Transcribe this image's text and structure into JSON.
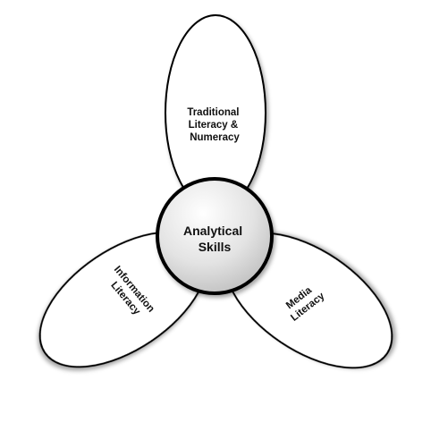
{
  "diagram": {
    "center": {
      "line1": "Analytical",
      "line2": "Skills"
    },
    "petals": {
      "top": {
        "line1": "Traditional",
        "line2": "Literacy &",
        "line3": "Numeracy"
      },
      "left": {
        "line1": "Information",
        "line2": "Literacy"
      },
      "right": {
        "line1": "Media",
        "line2": "Literacy"
      }
    }
  },
  "colors": {
    "petal_fill": "#ffffff",
    "stroke": "#000000",
    "hub_gradient_light": "#ffffff",
    "hub_gradient_dark": "#b9b9b9"
  }
}
